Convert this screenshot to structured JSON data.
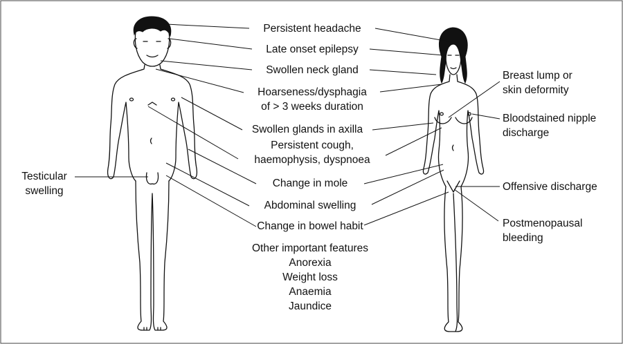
{
  "labels": {
    "persistent_headache": "Persistent headache",
    "late_onset_epilepsy": "Late onset epilepsy",
    "swollen_neck_gland": "Swollen neck gland",
    "hoarseness_line1": "Hoarseness/dysphagia",
    "hoarseness_line2": "of > 3 weeks duration",
    "swollen_glands_axilla": "Swollen glands in axilla",
    "cough_line1": "Persistent cough,",
    "cough_line2": "haemophysis, dyspnoea",
    "change_in_mole": "Change in mole",
    "abdominal_swelling": "Abdominal swelling",
    "change_in_bowel_habit": "Change in bowel habit",
    "testicular_line1": "Testicular",
    "testicular_line2": "swelling",
    "breast_line1": "Breast lump or",
    "breast_line2": "skin deformity",
    "nipple_line1": "Bloodstained nipple",
    "nipple_line2": "discharge",
    "offensive_discharge": "Offensive discharge",
    "postmeno_line1": "Postmenopausal",
    "postmeno_line2": "bleeding"
  },
  "other_features": {
    "title": "Other important features",
    "items": [
      "Anorexia",
      "Weight loss",
      "Anaemia",
      "Jaundice"
    ]
  }
}
